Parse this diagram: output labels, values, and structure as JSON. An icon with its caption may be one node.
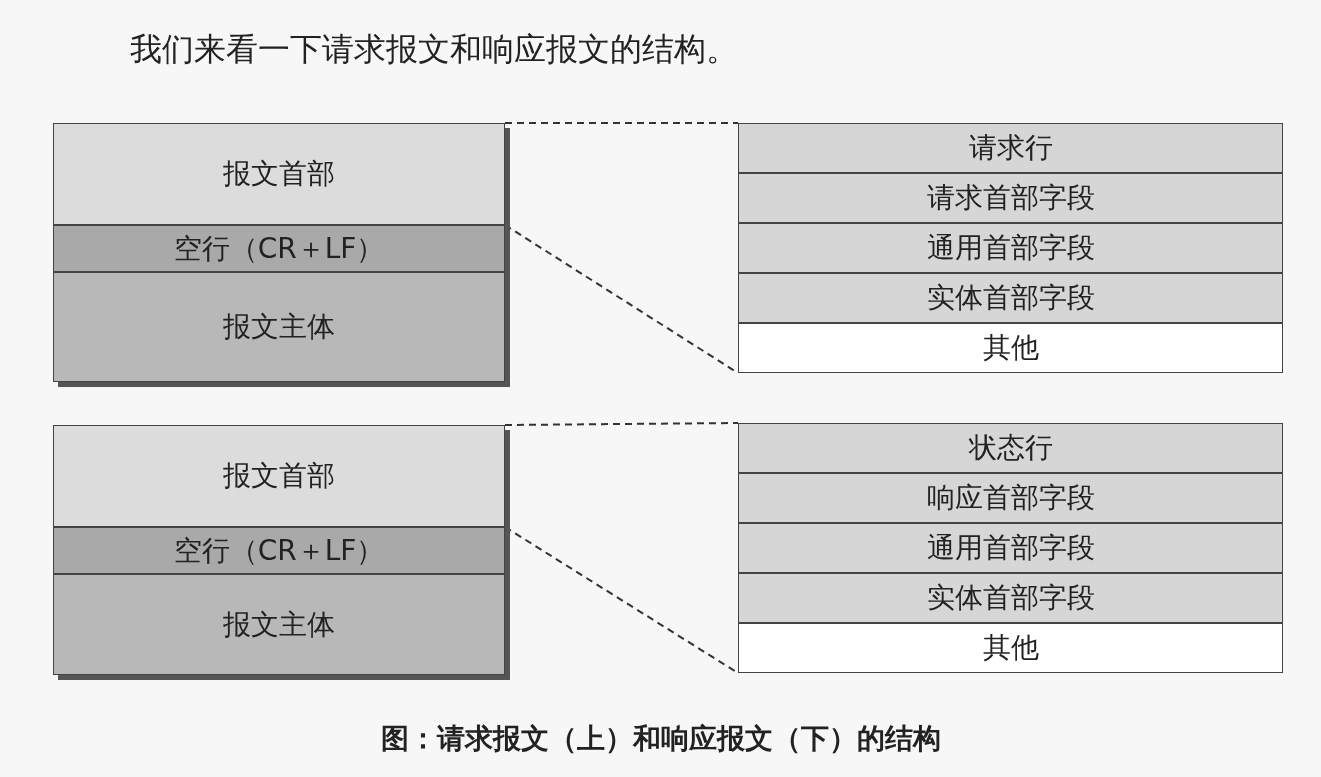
{
  "diagram": {
    "title": "我们来看一下请求报文和响应报文的结构。",
    "caption": "图：请求报文（上）和响应报文（下）的结构",
    "nodes": [
      {
        "text": [
          "报文首部"
        ]
      },
      {
        "text": [
          "空行（CR＋LF）"
        ]
      },
      {
        "text": [
          "报文主体"
        ]
      },
      {
        "text": [
          "请求行"
        ]
      },
      {
        "text": [
          "请求首部字段"
        ]
      },
      {
        "text": [
          "通用首部字段"
        ]
      },
      {
        "text": [
          "实体首部字段"
        ]
      },
      {
        "text": [
          "其他"
        ]
      },
      {
        "text": [
          "报文首部"
        ]
      },
      {
        "text": [
          "空行（CR＋LF）"
        ]
      },
      {
        "text": [
          "报文主体"
        ]
      },
      {
        "text": [
          "状态行"
        ]
      },
      {
        "text": [
          "响应首部字段"
        ]
      },
      {
        "text": [
          "通用首部字段"
        ]
      },
      {
        "text": [
          "实体首部字段"
        ]
      },
      {
        "text": [
          "其他"
        ]
      }
    ],
    "edges": [
      {
        "from": 0,
        "to": 3,
        "arrow": "none",
        "style": "dashed"
      },
      {
        "from": 0,
        "to": 7,
        "arrow": "none",
        "style": "dashed"
      },
      {
        "from": 8,
        "to": 11,
        "arrow": "none",
        "style": "dashed"
      },
      {
        "from": 8,
        "to": 15,
        "arrow": "none",
        "style": "dashed"
      }
    ]
  }
}
